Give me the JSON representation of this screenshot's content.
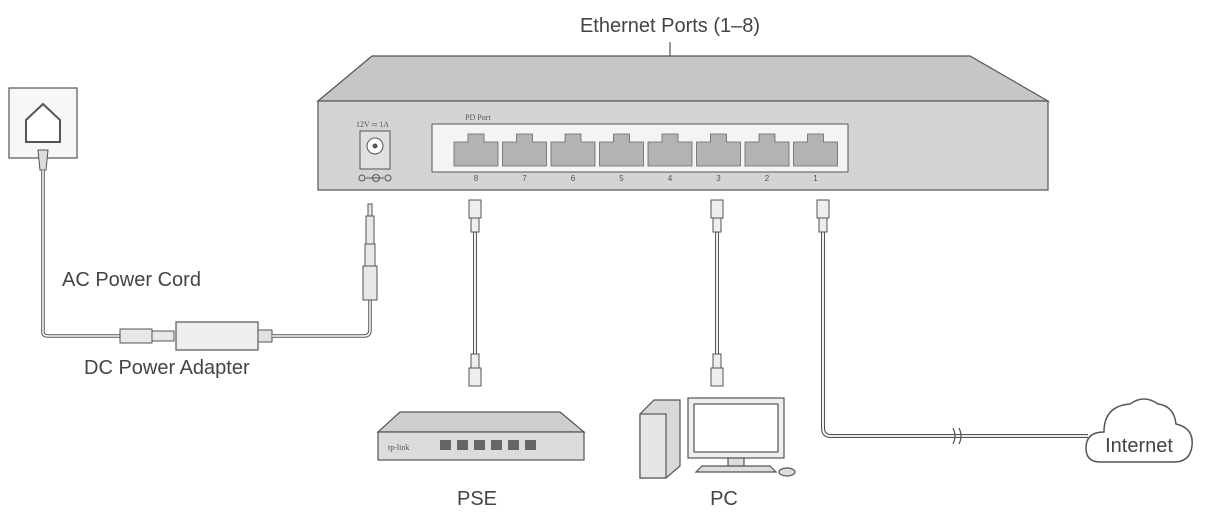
{
  "labels": {
    "ethernet_ports": "Ethernet Ports (1–8)",
    "ac_power_cord": "AC Power Cord",
    "dc_power_adapter": "DC Power Adapter",
    "pse": "PSE",
    "pc": "PC",
    "internet": "Internet",
    "pd_port": "PD Port",
    "power_rating": "12V ═ 1A",
    "pse_brand": "tp-link"
  },
  "ports": [
    "8",
    "7",
    "6",
    "5",
    "4",
    "3",
    "2",
    "1"
  ],
  "colors": {
    "switch_top": "#c4c4c4",
    "switch_front": "#d2d2d2",
    "port": "#b3b3b3",
    "line": "#555555"
  }
}
